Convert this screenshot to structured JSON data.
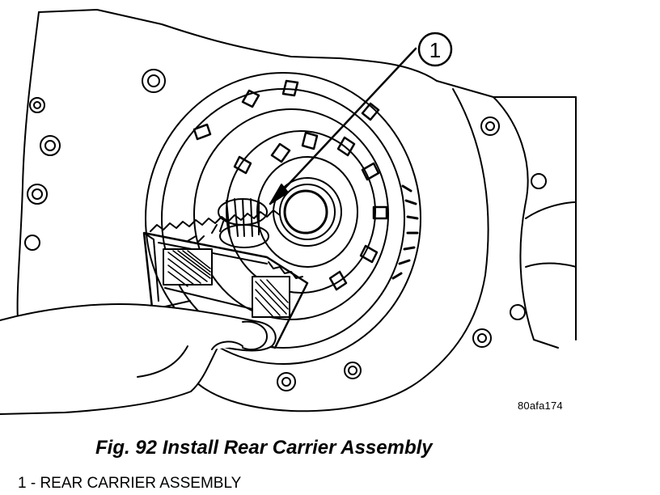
{
  "figure": {
    "callout_number": "1",
    "figure_code": "80afa174",
    "caption": "Fig. 92 Install Rear Carrier Assembly",
    "legend": [
      {
        "text": "1 - REAR CARRIER ASSEMBLY"
      }
    ]
  }
}
